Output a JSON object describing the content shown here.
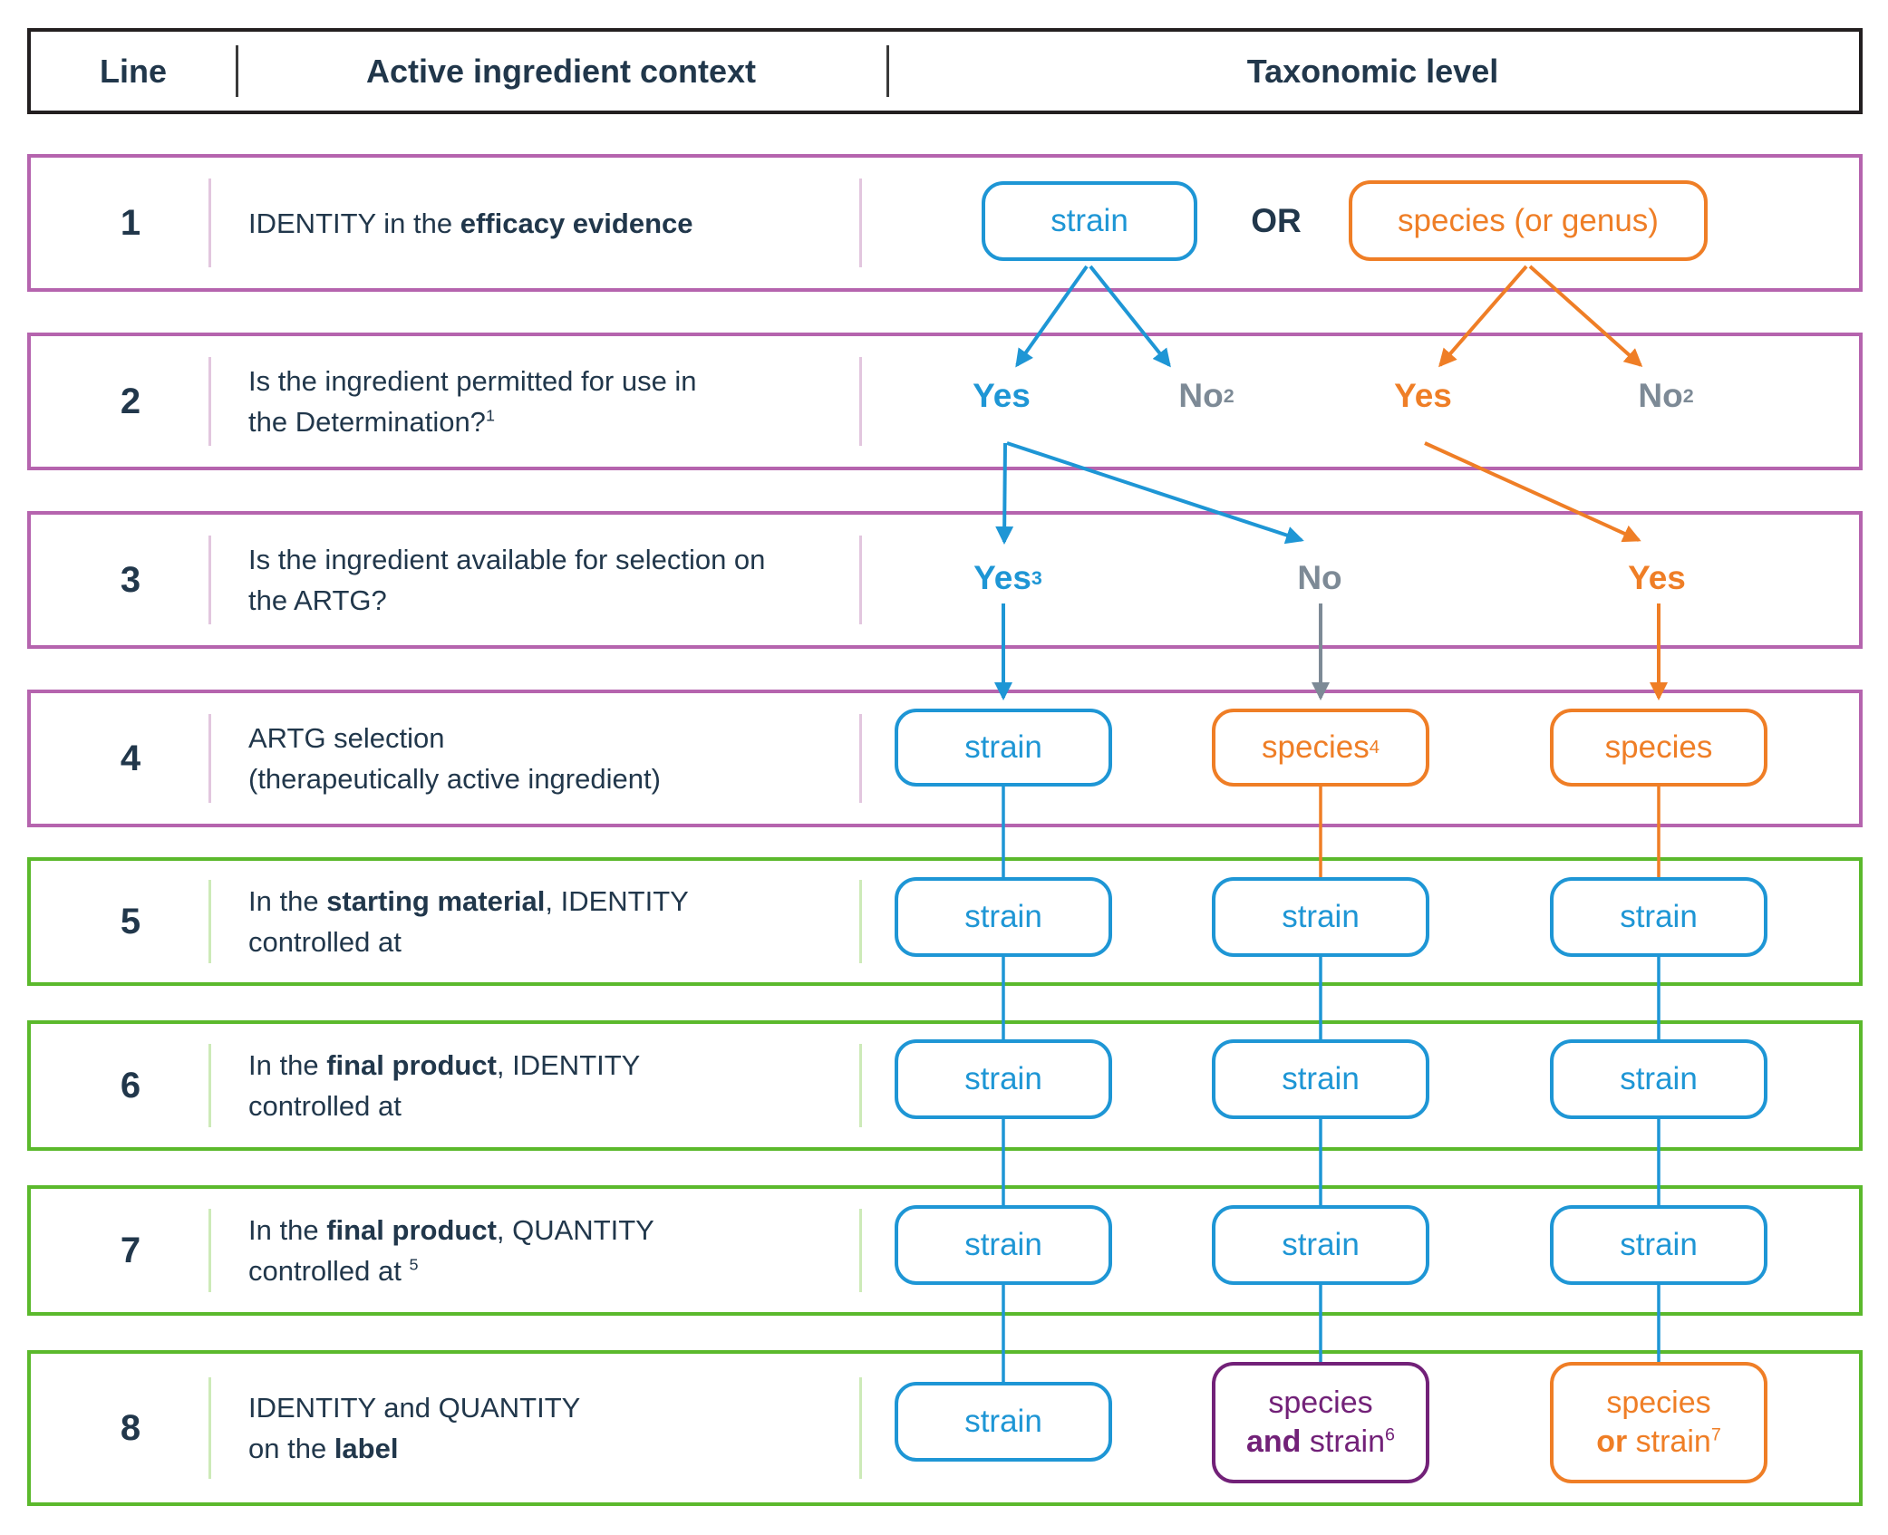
{
  "colors": {
    "blue": "#1e96d5",
    "orange": "#ef7e26",
    "gray": "#7d8a96",
    "navy": "#21374b",
    "row_border_purple": "#b564ae",
    "row_border_green": "#5bb92c",
    "label_box_purple": "#722178",
    "header_border_black": "#231f20"
  },
  "header": {
    "line": "Line",
    "context": "Active ingredient context",
    "taxonomic": "Taxonomic level"
  },
  "rows": [
    {
      "num": "1",
      "desc": {
        "l1_pre": "IDENTITY in the ",
        "l1_bold": "efficacy evidence"
      }
    },
    {
      "num": "2",
      "desc": {
        "l1_pre": "Is the ingredient permitted for use in",
        "l2_pre": "the Determination?",
        "l2_sup": "1"
      }
    },
    {
      "num": "3",
      "desc": {
        "l1_pre": "Is the ingredient available for selection on",
        "l2_pre": "the ARTG?"
      }
    },
    {
      "num": "4",
      "desc": {
        "l1_pre": "ARTG selection",
        "l2_pre": "(therapeutically active ingredient)"
      }
    },
    {
      "num": "5",
      "desc": {
        "l1_pre": "In the ",
        "l1_bold": "starting material",
        "l1_post": ", IDENTITY",
        "l2_pre": "controlled at"
      }
    },
    {
      "num": "6",
      "desc": {
        "l1_pre": "In the ",
        "l1_bold": "final product",
        "l1_post": ", IDENTITY",
        "l2_pre": "controlled at"
      }
    },
    {
      "num": "7",
      "desc": {
        "l1_pre": "In the ",
        "l1_bold": "final product",
        "l1_post": ", QUANTITY",
        "l2_pre": "controlled at ",
        "l2_sup": "5"
      }
    },
    {
      "num": "8",
      "desc": {
        "l1_pre": "IDENTITY and QUANTITY",
        "l2_pre": "on the ",
        "l2_bold": "label"
      }
    }
  ],
  "flow": {
    "row1": {
      "strain": "strain",
      "or": "OR",
      "species": "species (or genus)"
    },
    "row2": {
      "yes_blue": "Yes",
      "no_left": "No",
      "no_left_sup": "2",
      "yes_orange": "Yes",
      "no_right": "No",
      "no_right_sup": "2"
    },
    "row3": {
      "yes_blue": "Yes",
      "yes_blue_sup": "3",
      "no": "No",
      "yes_orange": "Yes"
    },
    "row4": {
      "c1": "strain",
      "c2": "species",
      "c2_sup": "4",
      "c3": "species"
    },
    "row5": {
      "c1": "strain",
      "c2": "strain",
      "c3": "strain"
    },
    "row6": {
      "c1": "strain",
      "c2": "strain",
      "c3": "strain"
    },
    "row7": {
      "c1": "strain",
      "c2": "strain",
      "c3": "strain"
    },
    "row8": {
      "c1": "strain",
      "c2_l1": "species",
      "c2_bold": "and",
      "c2_rest": " strain",
      "c2_sup": "6",
      "c3_l1": "species",
      "c3_bold": "or",
      "c3_rest": " strain",
      "c3_sup": "7"
    }
  }
}
